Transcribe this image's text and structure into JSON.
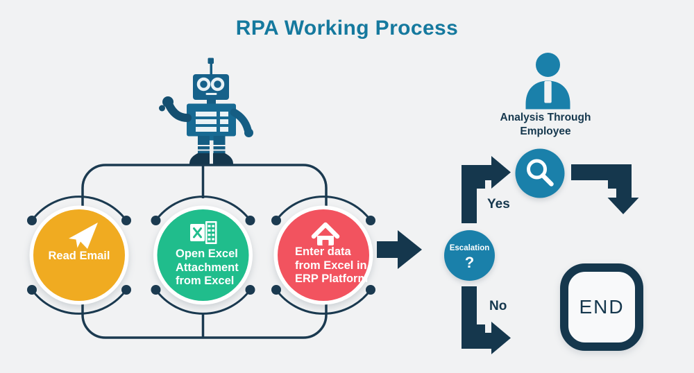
{
  "title": {
    "text": "RPA Working Process"
  },
  "colors": {
    "background": "#F1F2F3",
    "dark_navy": "#15374D",
    "loop_outline": "#1B3A50",
    "accent_teal": "#1A80AA",
    "title_teal": "#15799E",
    "step_yellow": "#F0AB21",
    "step_green": "#20BD8C",
    "step_red": "#F2535F",
    "robot_blue": "#16618A"
  },
  "robot": {
    "icon": "robot-icon"
  },
  "process_loop": {
    "steps": [
      {
        "icon": "paper-plane-icon",
        "color": "#F0AB21",
        "label_lines": [
          "Read Email"
        ]
      },
      {
        "icon": "excel-icon",
        "color": "#20BD8C",
        "label_lines": [
          "Open Excel",
          "Attachment",
          "from Excel"
        ]
      },
      {
        "icon": "home-icon",
        "color": "#F2535F",
        "label_lines": [
          "Enter data",
          "from Excel in",
          "ERP Platform"
        ]
      }
    ]
  },
  "decision": {
    "label": "Escalation",
    "question_mark": "?",
    "color": "#1A80AA"
  },
  "branches": {
    "yes": "Yes",
    "no": "No"
  },
  "employee": {
    "icon": "employee-icon",
    "label_lines": [
      "Analysis Through",
      "Employee"
    ]
  },
  "review": {
    "icon": "magnifier-icon"
  },
  "terminator": {
    "label": "END"
  }
}
